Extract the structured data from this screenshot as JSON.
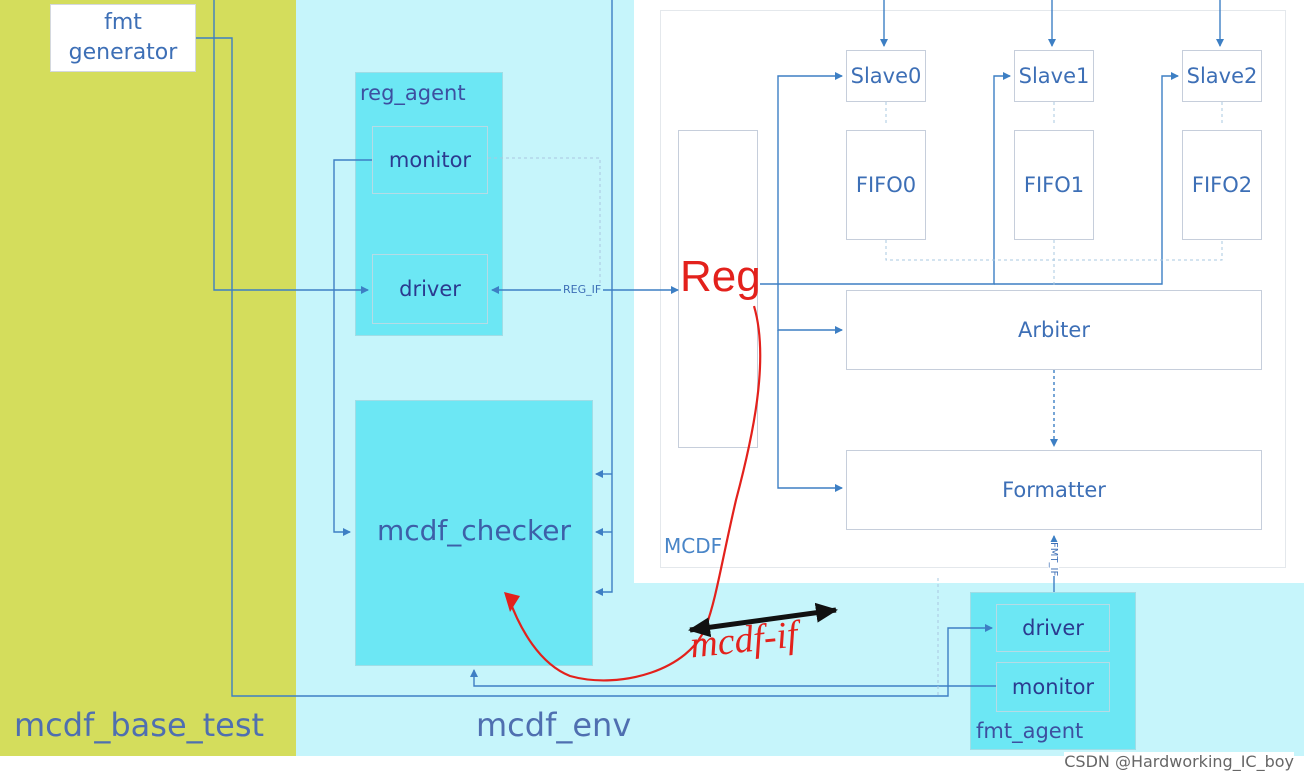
{
  "regions": {
    "base_test_label": "mcdf_base_test",
    "env_label": "mcdf_env"
  },
  "fmt_generator": {
    "label_line1": "fmt",
    "label_line2": "generator"
  },
  "reg_agent": {
    "label": "reg_agent",
    "monitor": "monitor",
    "driver": "driver"
  },
  "checker": {
    "label": "mcdf_checker"
  },
  "mcdf": {
    "label": "MCDF",
    "slaves": [
      "Slave0",
      "Slave1",
      "Slave2"
    ],
    "fifos": [
      "FIFO0",
      "FIFO1",
      "FIFO2"
    ],
    "arbiter": "Arbiter",
    "formatter": "Formatter",
    "reg_block_label": "Reg"
  },
  "fmt_agent": {
    "label": "fmt_agent",
    "driver": "driver",
    "monitor": "monitor"
  },
  "interfaces": {
    "reg_if": "REG_IF",
    "fmt_if": "FMT_IF"
  },
  "annotations": {
    "handwritten_if": "mcdf-if"
  },
  "credit": "CSDN @Hardworking_IC_boy",
  "colors": {
    "wire": "#3d7fc4",
    "annotation": "#e3211c",
    "ink": "#111111"
  }
}
